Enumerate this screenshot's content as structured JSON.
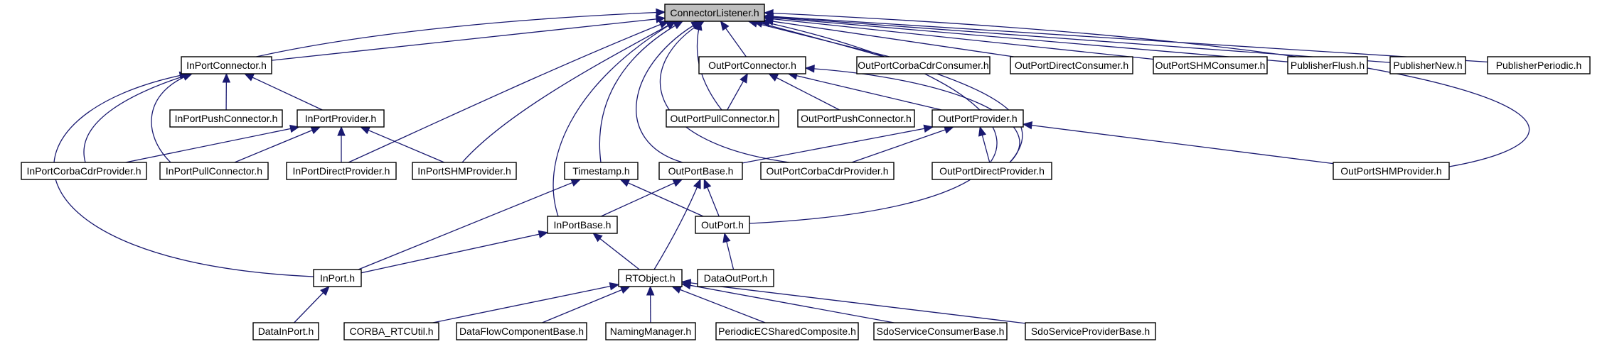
{
  "diagram": {
    "nodes": [
      {
        "id": "ConnectorListener",
        "label": "ConnectorListener.h",
        "root": true
      },
      {
        "id": "InPortConnector",
        "label": "InPortConnector.h"
      },
      {
        "id": "OutPortConnector",
        "label": "OutPortConnector.h"
      },
      {
        "id": "OutPortCorbaCdrConsumer",
        "label": "OutPortCorbaCdrConsumer.h"
      },
      {
        "id": "OutPortDirectConsumer",
        "label": "OutPortDirectConsumer.h"
      },
      {
        "id": "OutPortSHMConsumer",
        "label": "OutPortSHMConsumer.h"
      },
      {
        "id": "PublisherFlush",
        "label": "PublisherFlush.h"
      },
      {
        "id": "PublisherNew",
        "label": "PublisherNew.h"
      },
      {
        "id": "PublisherPeriodic",
        "label": "PublisherPeriodic.h"
      },
      {
        "id": "InPortPushConnector",
        "label": "InPortPushConnector.h"
      },
      {
        "id": "InPortProvider",
        "label": "InPortProvider.h"
      },
      {
        "id": "OutPortPullConnector",
        "label": "OutPortPullConnector.h"
      },
      {
        "id": "OutPortPushConnector",
        "label": "OutPortPushConnector.h"
      },
      {
        "id": "OutPortProvider",
        "label": "OutPortProvider.h"
      },
      {
        "id": "InPortCorbaCdrProvider",
        "label": "InPortCorbaCdrProvider.h"
      },
      {
        "id": "InPortPullConnector",
        "label": "InPortPullConnector.h"
      },
      {
        "id": "InPortDirectProvider",
        "label": "InPortDirectProvider.h"
      },
      {
        "id": "InPortSHMProvider",
        "label": "InPortSHMProvider.h"
      },
      {
        "id": "Timestamp",
        "label": "Timestamp.h"
      },
      {
        "id": "OutPortBase",
        "label": "OutPortBase.h"
      },
      {
        "id": "OutPortCorbaCdrProvider",
        "label": "OutPortCorbaCdrProvider.h"
      },
      {
        "id": "OutPortDirectProvider",
        "label": "OutPortDirectProvider.h"
      },
      {
        "id": "OutPortSHMProvider",
        "label": "OutPortSHMProvider.h"
      },
      {
        "id": "InPortBase",
        "label": "InPortBase.h"
      },
      {
        "id": "OutPort",
        "label": "OutPort.h"
      },
      {
        "id": "InPort",
        "label": "InPort.h"
      },
      {
        "id": "RTObject",
        "label": "RTObject.h"
      },
      {
        "id": "DataOutPort",
        "label": "DataOutPort.h"
      },
      {
        "id": "DataInPort",
        "label": "DataInPort.h"
      },
      {
        "id": "CORBA_RTCUtil",
        "label": "CORBA_RTCUtil.h"
      },
      {
        "id": "DataFlowComponentBase",
        "label": "DataFlowComponentBase.h"
      },
      {
        "id": "NamingManager",
        "label": "NamingManager.h"
      },
      {
        "id": "PeriodicECSharedComposite",
        "label": "PeriodicECSharedComposite.h"
      },
      {
        "id": "SdoServiceConsumerBase",
        "label": "SdoServiceConsumerBase.h"
      },
      {
        "id": "SdoServiceProviderBase",
        "label": "SdoServiceProviderBase.h"
      }
    ],
    "edges": [
      {
        "from": "InPortConnector",
        "to": "ConnectorListener"
      },
      {
        "from": "OutPortConnector",
        "to": "ConnectorListener"
      },
      {
        "from": "OutPortCorbaCdrConsumer",
        "to": "ConnectorListener"
      },
      {
        "from": "OutPortDirectConsumer",
        "to": "ConnectorListener"
      },
      {
        "from": "OutPortSHMConsumer",
        "to": "ConnectorListener"
      },
      {
        "from": "PublisherFlush",
        "to": "ConnectorListener"
      },
      {
        "from": "PublisherNew",
        "to": "ConnectorListener"
      },
      {
        "from": "PublisherPeriodic",
        "to": "ConnectorListener"
      },
      {
        "from": "InPortCorbaCdrProvider",
        "to": "ConnectorListener"
      },
      {
        "from": "InPortDirectProvider",
        "to": "ConnectorListener"
      },
      {
        "from": "InPortSHMProvider",
        "to": "ConnectorListener"
      },
      {
        "from": "Timestamp",
        "to": "ConnectorListener"
      },
      {
        "from": "OutPortBase",
        "to": "ConnectorListener"
      },
      {
        "from": "InPortBase",
        "to": "ConnectorListener"
      },
      {
        "from": "OutPortPullConnector",
        "to": "ConnectorListener"
      },
      {
        "from": "OutPortCorbaCdrProvider",
        "to": "ConnectorListener"
      },
      {
        "from": "OutPortDirectProvider",
        "to": "ConnectorListener"
      },
      {
        "from": "OutPort",
        "to": "ConnectorListener"
      },
      {
        "from": "OutPortSHMProvider",
        "to": "ConnectorListener"
      },
      {
        "from": "InPortPushConnector",
        "to": "InPortConnector"
      },
      {
        "from": "InPortProvider",
        "to": "InPortConnector"
      },
      {
        "from": "InPortPullConnector",
        "to": "InPortConnector"
      },
      {
        "from": "InPort",
        "to": "InPortConnector"
      },
      {
        "from": "InPortCorbaCdrProvider",
        "to": "InPortProvider"
      },
      {
        "from": "InPortPullConnector",
        "to": "InPortProvider"
      },
      {
        "from": "InPortDirectProvider",
        "to": "InPortProvider"
      },
      {
        "from": "InPortSHMProvider",
        "to": "InPortProvider"
      },
      {
        "from": "OutPortPullConnector",
        "to": "OutPortConnector"
      },
      {
        "from": "OutPortPushConnector",
        "to": "OutPortConnector"
      },
      {
        "from": "OutPortProvider",
        "to": "OutPortConnector"
      },
      {
        "from": "OutPortDirectProvider",
        "to": "OutPortConnector"
      },
      {
        "from": "OutPortBase",
        "to": "OutPortProvider"
      },
      {
        "from": "OutPortCorbaCdrProvider",
        "to": "OutPortProvider"
      },
      {
        "from": "OutPortDirectProvider",
        "to": "OutPortProvider"
      },
      {
        "from": "OutPortSHMProvider",
        "to": "OutPortProvider"
      },
      {
        "from": "InPort",
        "to": "Timestamp"
      },
      {
        "from": "OutPort",
        "to": "Timestamp"
      },
      {
        "from": "InPortBase",
        "to": "OutPortBase"
      },
      {
        "from": "OutPort",
        "to": "OutPortBase"
      },
      {
        "from": "RTObject",
        "to": "OutPortBase"
      },
      {
        "from": "InPort",
        "to": "InPortBase"
      },
      {
        "from": "RTObject",
        "to": "InPortBase"
      },
      {
        "from": "DataOutPort",
        "to": "OutPort"
      },
      {
        "from": "DataInPort",
        "to": "InPort"
      },
      {
        "from": "CORBA_RTCUtil",
        "to": "RTObject"
      },
      {
        "from": "DataFlowComponentBase",
        "to": "RTObject"
      },
      {
        "from": "NamingManager",
        "to": "RTObject"
      },
      {
        "from": "PeriodicECSharedComposite",
        "to": "RTObject"
      },
      {
        "from": "SdoServiceConsumerBase",
        "to": "RTObject"
      },
      {
        "from": "SdoServiceProviderBase",
        "to": "RTObject"
      }
    ]
  }
}
